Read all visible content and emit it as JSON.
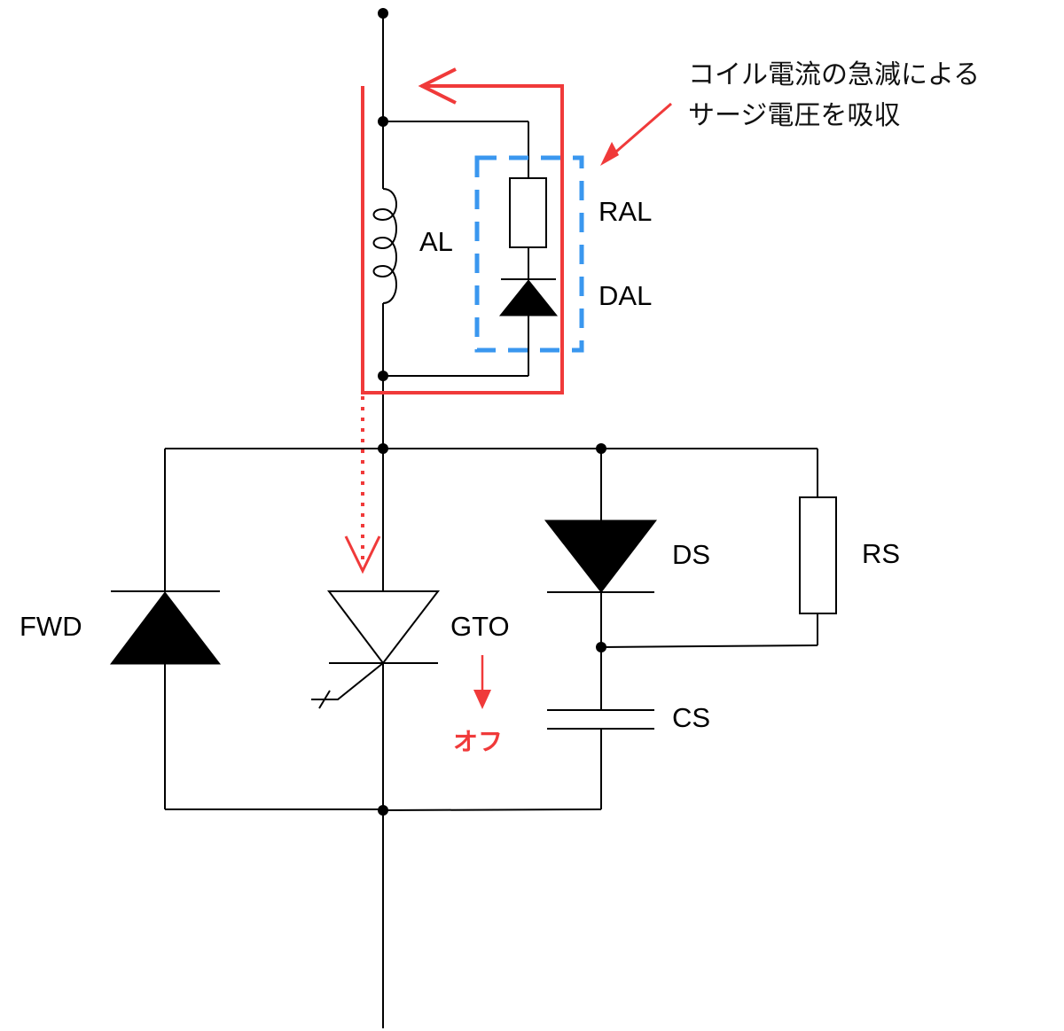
{
  "diagram": {
    "title": "GTO snubber circuit with anode reactor surge absorption",
    "annotation": {
      "line1": "コイル電流の急減による",
      "line2": "サージ電圧を吸収"
    },
    "components": {
      "al": "AL",
      "ral": "RAL",
      "dal": "DAL",
      "fwd": "FWD",
      "gto": "GTO",
      "ds": "DS",
      "rs": "RS",
      "cs": "CS"
    },
    "gto_state": "オフ",
    "colors": {
      "wire": "#000000",
      "current_path": "#f03a3a",
      "highlight_box": "#3a97ef"
    }
  }
}
